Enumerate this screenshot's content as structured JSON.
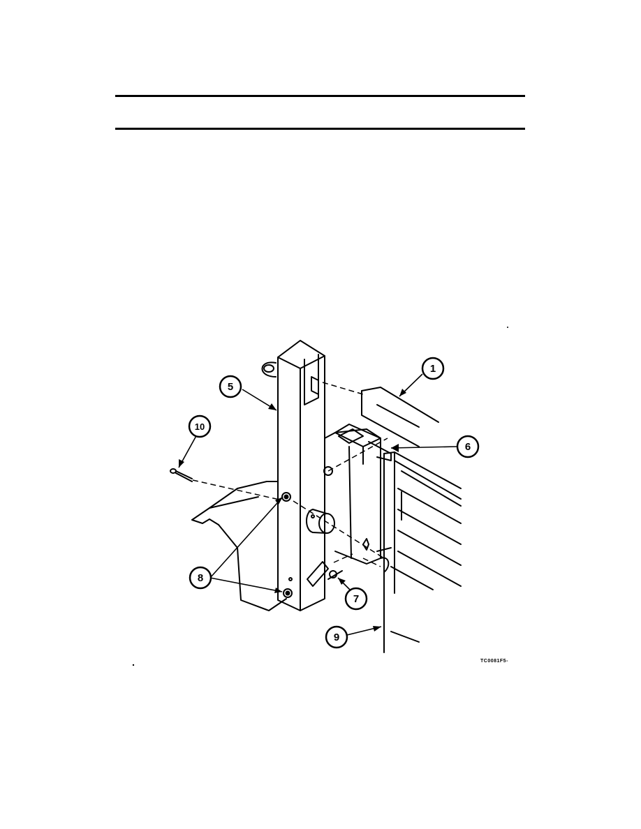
{
  "callouts": [
    {
      "id": "1",
      "label": "1"
    },
    {
      "id": "5",
      "label": "5"
    },
    {
      "id": "6",
      "label": "6"
    },
    {
      "id": "7",
      "label": "7"
    },
    {
      "id": "8",
      "label": "8"
    },
    {
      "id": "9",
      "label": "9"
    },
    {
      "id": "10",
      "label": "10"
    }
  ],
  "figure_id": "TC0081F5-"
}
